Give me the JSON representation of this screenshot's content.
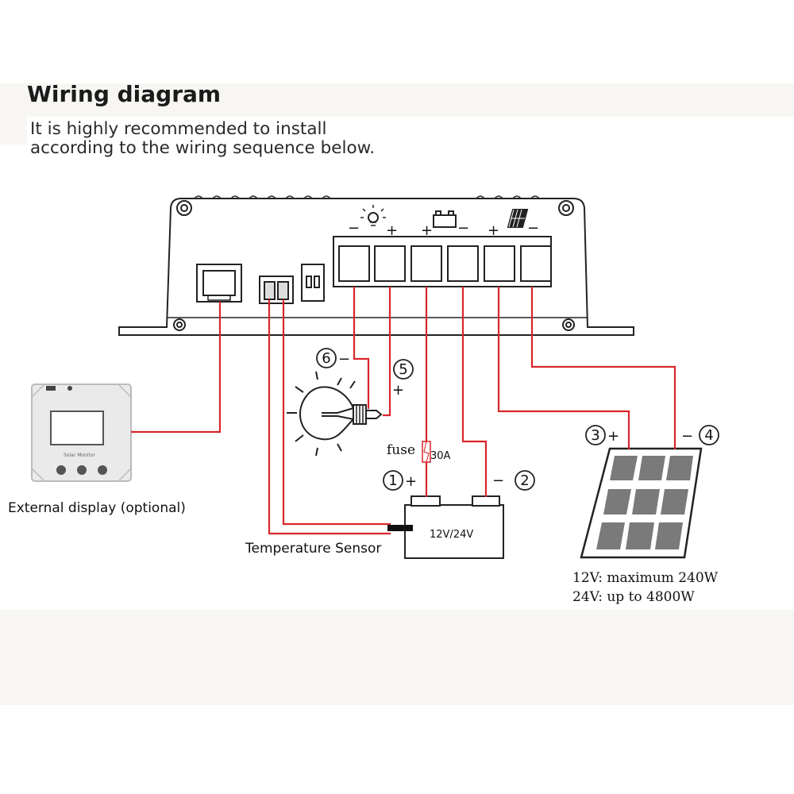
{
  "header": {
    "title": "Wiring diagram",
    "subtitle_line1": "It is highly recommended to install",
    "subtitle_line2": "according to the wiring sequence below."
  },
  "labels": {
    "external_display": "External display (optional)",
    "temperature_sensor": "Temperature Sensor",
    "fuse": "fuse",
    "fuse_rating": "30A",
    "battery_voltage": "12V/24V",
    "panel_spec_line1": "12V: maximum 240W",
    "panel_spec_line2": "24V: up to 4800W",
    "display_screen_text": "Solar Monitor"
  },
  "steps": {
    "s1": "1",
    "s2": "2",
    "s3": "3",
    "s4": "4",
    "s5": "5",
    "s6": "6"
  },
  "signs": {
    "plus": "+",
    "minus": "−"
  },
  "colors": {
    "wire": "#d9262b",
    "outline": "#222222"
  },
  "icons": [
    "lamp-icon",
    "battery-icon",
    "solar-panel-icon"
  ]
}
